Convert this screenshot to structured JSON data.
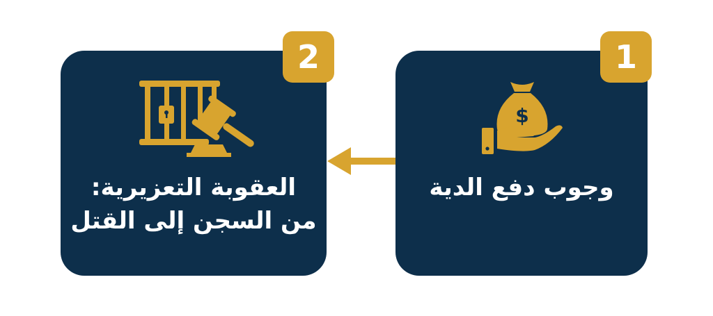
{
  "diagram": {
    "background": "#ffffff",
    "card_color": "#0d2f4b",
    "accent_color": "#d8a42f",
    "text_color": "#ffffff",
    "steps": [
      {
        "number": "1",
        "label": "وجوب دفع الدية",
        "icon": "money-bag-hand-icon"
      },
      {
        "number": "2",
        "label_line1": "العقوبة التعزيرية:",
        "label_line2": "من السجن إلى القتل",
        "icon": "prison-gavel-icon"
      }
    ],
    "connector": {
      "direction": "right-to-left",
      "icon": "arrow-left-icon"
    }
  }
}
